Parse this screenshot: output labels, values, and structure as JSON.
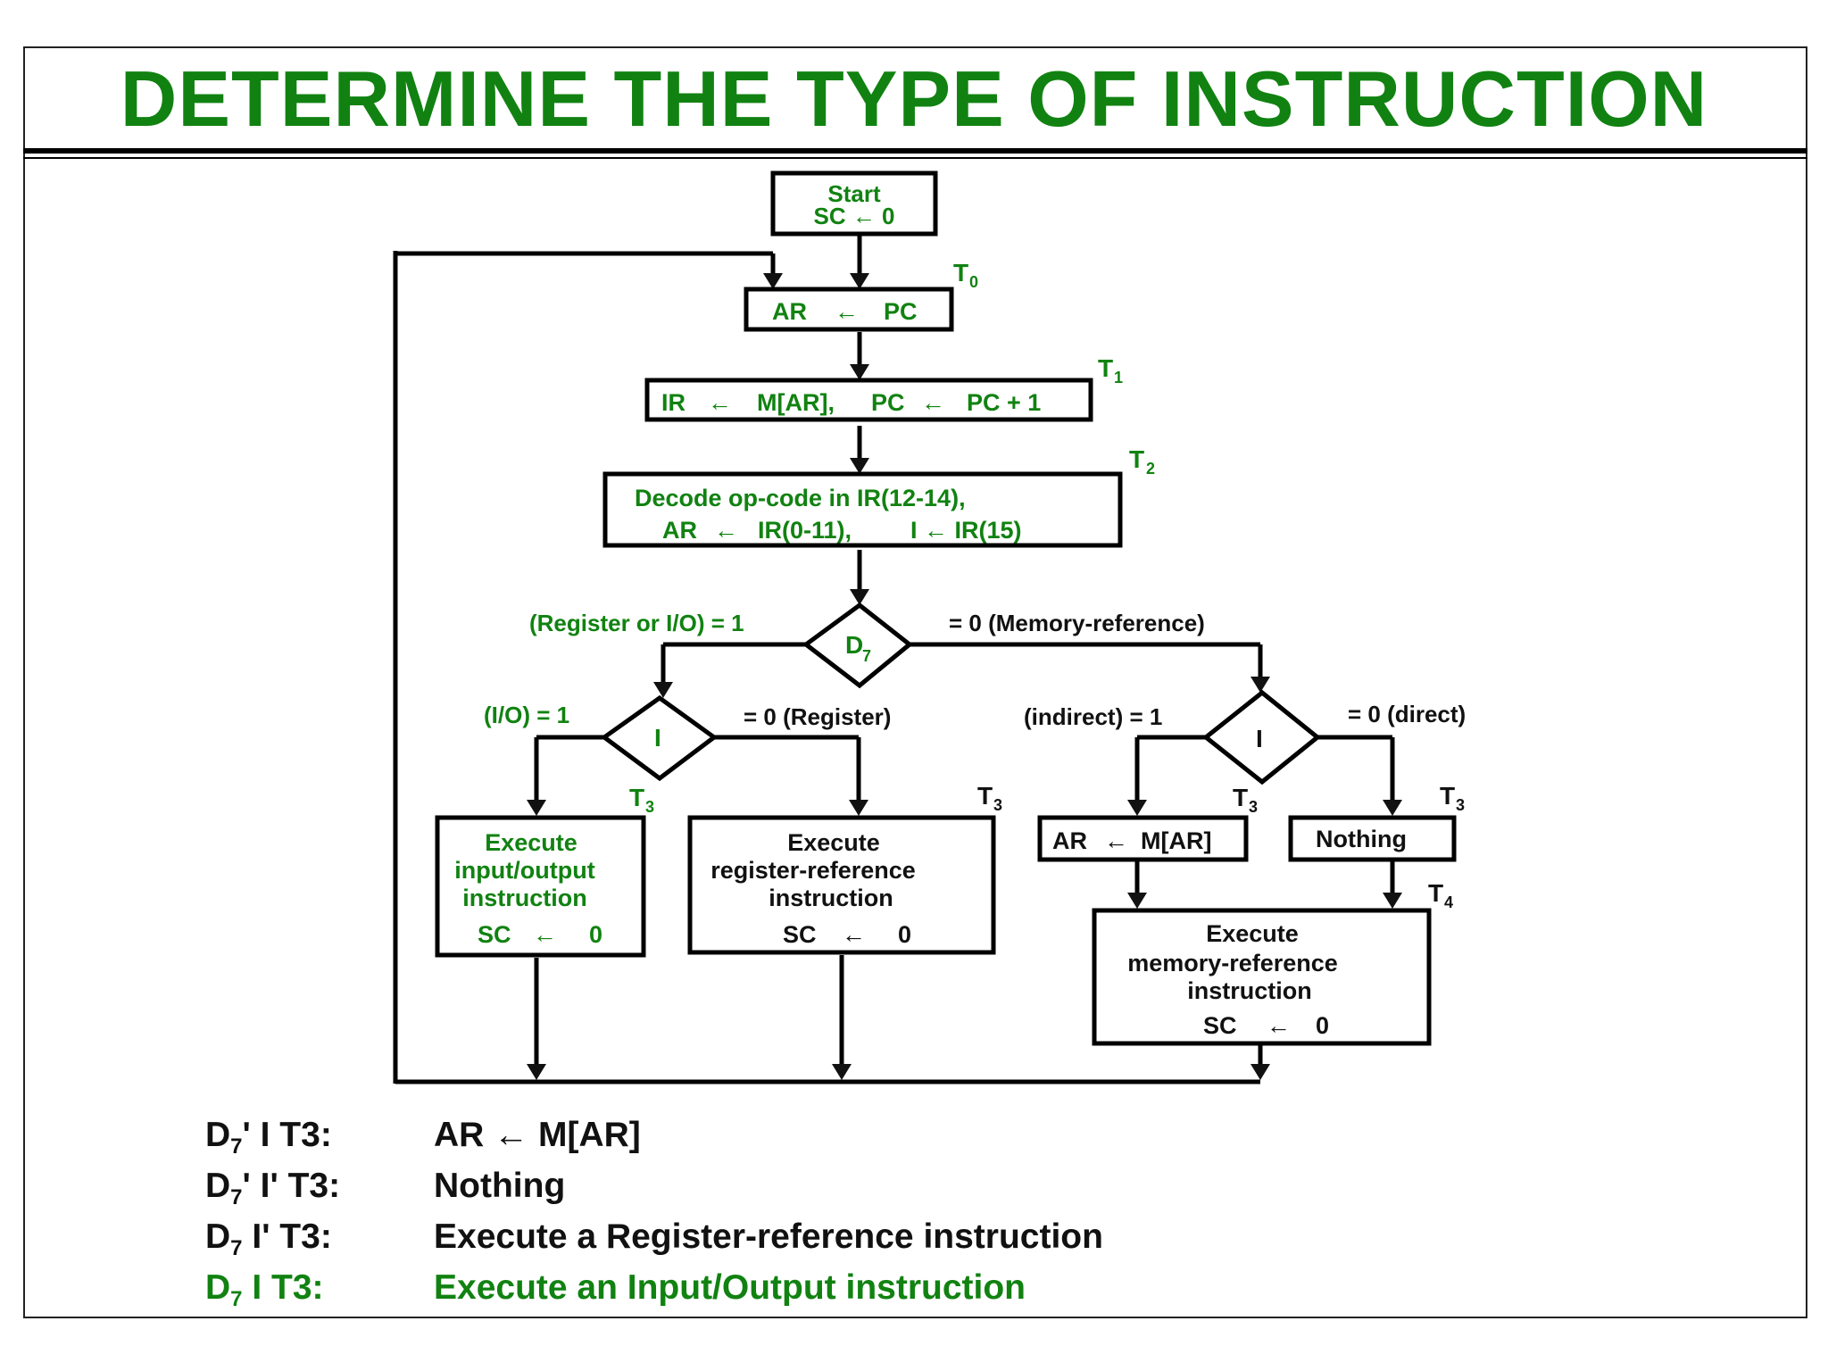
{
  "title": "DETERMINE THE TYPE OF INSTRUCTION",
  "colors": {
    "green": "#118211",
    "black": "#111111"
  },
  "flowchart": {
    "start": {
      "line1": "Start",
      "line2": "SC ← 0"
    },
    "t0": {
      "timing": "T",
      "sub": "0",
      "op_left": "AR",
      "arrow": "←",
      "op_right": "PC"
    },
    "t1": {
      "timing": "T",
      "sub": "1",
      "op1_left": "IR",
      "op1_arrow": "←",
      "op1_right": "M[AR],",
      "op2_left": "PC",
      "op2_arrow": "←",
      "op2_right": "PC + 1"
    },
    "t2": {
      "timing": "T",
      "sub": "2",
      "line1": "Decode op-code in IR(12-14),",
      "a_left": "AR",
      "a_arrow": "←",
      "a_right": "IR(0-11),",
      "b_text": "I ← IR(15)"
    },
    "d7": {
      "label": "D",
      "sub": "7",
      "left_branch": "(Register or I/O) = 1",
      "right_branch": "= 0 (Memory-reference)"
    },
    "i_left": {
      "label": "I",
      "left_branch": "(I/O) = 1",
      "right_branch": "= 0 (Register)"
    },
    "i_right": {
      "label": "I",
      "left_branch": "(indirect) = 1",
      "right_branch": "= 0 (direct)"
    },
    "io_box": {
      "timing": "T",
      "sub": "3",
      "line1": "Execute",
      "line2": "input/output",
      "line3": "instruction",
      "sc": "SC",
      "arrow": "←",
      "zero": "0"
    },
    "reg_box": {
      "timing": "T",
      "sub": "3",
      "line1": "Execute",
      "line2": "register-reference",
      "line3": "instruction",
      "sc": "SC",
      "arrow": "←",
      "zero": "0"
    },
    "indirect_box": {
      "timing": "T",
      "sub": "3",
      "left": "AR",
      "arrow": "←",
      "right": "M[AR]"
    },
    "nothing_box": {
      "timing": "T",
      "sub": "3",
      "text": "Nothing"
    },
    "mem_box": {
      "timing": "T",
      "sub": "4",
      "line1": "Execute",
      "line2": "memory-reference",
      "line3": "instruction",
      "sc": "SC",
      "arrow": "←",
      "zero": "0"
    }
  },
  "equations": [
    {
      "cond_a": "D",
      "cond_sub": "7",
      "cond_b": "' I T3:",
      "action": "AR ← M[AR]"
    },
    {
      "cond_a": "D",
      "cond_sub": "7",
      "cond_b": "' I' T3:",
      "action": "Nothing"
    },
    {
      "cond_a": "D",
      "cond_sub": "7",
      "cond_b": " I' T3:",
      "action": "Execute a Register-reference instruction"
    },
    {
      "cond_a": "D",
      "cond_sub": "7",
      "cond_b": " I T3:",
      "action": "Execute an Input/Output instruction"
    }
  ]
}
